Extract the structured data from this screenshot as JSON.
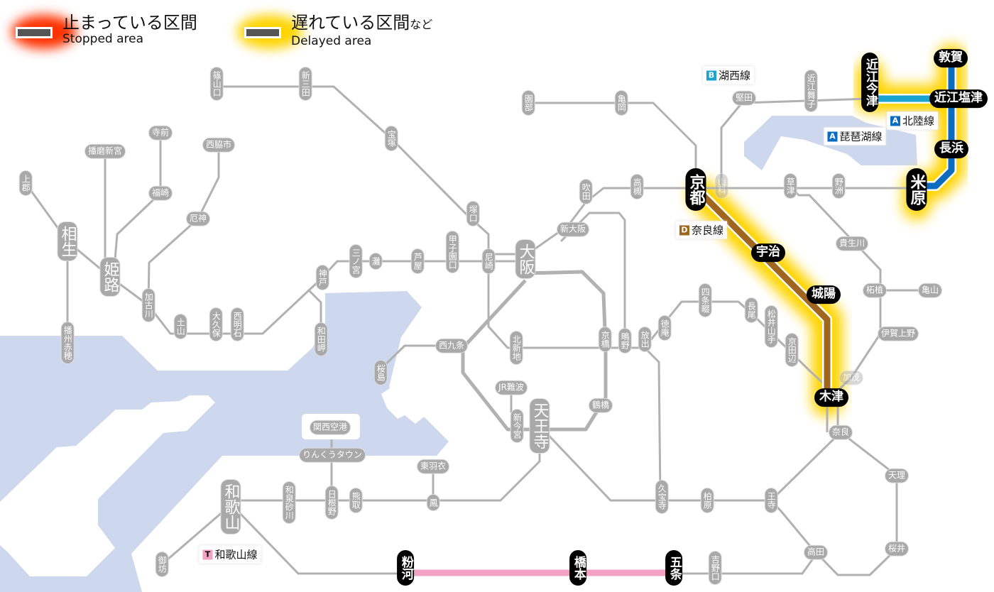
{
  "legend": {
    "stopped_ja": "止まっている区間",
    "stopped_en": "Stopped area",
    "delayed_ja": "遅れている区間",
    "delayed_suffix": "など",
    "delayed_en": "Delayed area"
  },
  "line_labels": {
    "kosei": {
      "badge": "B",
      "name": "湖西線",
      "color": "#1aa3cf"
    },
    "hokuriku": {
      "badge": "A",
      "name": "北陸線",
      "color": "#0b6cbf"
    },
    "biwako": {
      "badge": "A",
      "name": "琵琶湖線",
      "color": "#0b6cbf"
    },
    "nara": {
      "badge": "D",
      "name": "奈良線",
      "color": "#a0661e"
    },
    "wakayama": {
      "badge": "T",
      "name": "和歌山線",
      "color": "#f3a1c4"
    }
  },
  "colors": {
    "line_gray": "#b1b1b1",
    "sea": "#cdd8ef",
    "stopped_glow": "#ff3300",
    "delayed_glow": "#ffd400"
  },
  "stations": {
    "sasayamaguchi": "篠山口",
    "shinsanda": "新三田",
    "takarazuka": "宝塚",
    "tsukaguchi": "塚口",
    "amagasaki": "尼崎",
    "osaka": "大阪",
    "sonobe": "園部",
    "kameoka": "亀岡",
    "suita": "吹田",
    "takatsuki": "高槻",
    "shinosaka": "新大阪",
    "koshienguchi": "甲子園口",
    "ashiya": "芦屋",
    "nada": "灘",
    "sannomiya": "三ノ宮",
    "kobe": "神戸",
    "wadamisaki": "和田岬",
    "nishiakashi": "西明石",
    "okubo": "大久保",
    "tsuchiyama": "土山",
    "kakogawa": "加古川",
    "yakujin": "厄神",
    "nishiwakishi": "西脇市",
    "teramae": "寺前",
    "fukusaki": "福崎",
    "harimashingu": "播磨新宮",
    "himeji": "姫路",
    "kamigori": "上郡",
    "aioi": "相生",
    "banshuako": "播州赤穂",
    "katata": "堅田",
    "omimaiko": "近江舞子",
    "yamashina": "山科",
    "kusatsu": "草津",
    "yasu": "野洲",
    "kibukawa": "貴生川",
    "tsuge": "柘植",
    "kameyama": "亀山",
    "igaueno": "伊賀上野",
    "kamo": "加茂",
    "nara": "奈良",
    "tenri": "天理",
    "sakurai": "桜井",
    "takada": "高田",
    "oji": "王寺",
    "kashiwara": "柏原",
    "kyuhoji": "久宝寺",
    "yoshinoguchi": "吉野口",
    "tokuan": "徳庵",
    "shijonawate": "四条畷",
    "nagao": "長尾",
    "matsuiyamate": "松井山手",
    "kyotanabe": "京田辺",
    "hanaten": "放出",
    "shigino": "鴫野",
    "kyobashi": "京橋",
    "kitashinchi": "北新地",
    "nishikujo": "西九条",
    "sakurajima": "桜島",
    "jrnamba": "JR難波",
    "shinimamiya": "新今宮",
    "tennoji": "天王寺",
    "tsuruhashi": "鶴橋",
    "higashihagoromo": "東羽衣",
    "otori": "鳳",
    "kumatori": "熊取",
    "hineno": "日根野",
    "izumisunagawa": "和泉砂川",
    "kansaikuko": "関西空港",
    "rinkutown": "りんくうタウン",
    "wakayama": "和歌山",
    "gobo": "御坊",
    "kyoto": "京都",
    "uji": "宇治",
    "joyo": "城陽",
    "kizu": "木津",
    "maibara": "米原",
    "nagahama": "長浜",
    "omishiotsu": "近江塩津",
    "tsuruga": "敦賀",
    "omiimazu": "近江今津",
    "kokawa": "粉河",
    "hashimoto": "橋本",
    "gojo": "五条"
  }
}
